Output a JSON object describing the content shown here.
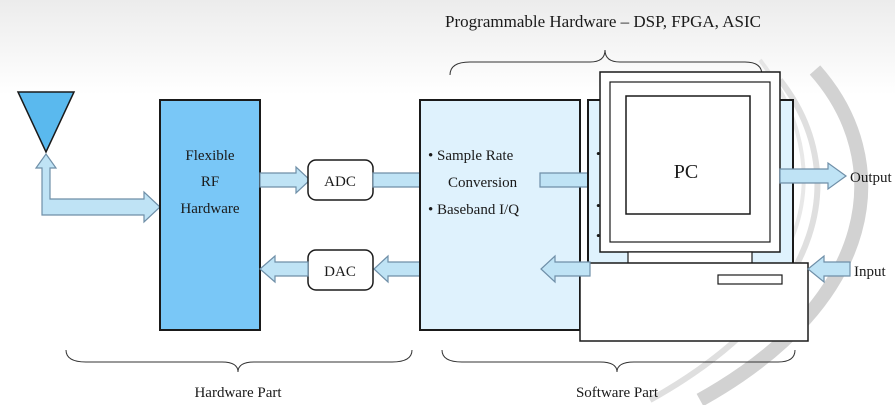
{
  "title": "Programmable Hardware – DSP, FPGA, ASIC",
  "rf_block": {
    "line1": "Flexible",
    "line2": "RF",
    "line3": "Hardware"
  },
  "adc_label": "ADC",
  "dac_label": "DAC",
  "baseband_block": {
    "bullet1_line1": "• Sample Rate",
    "bullet1_line2": "Conversion",
    "bullet2": "• Baseband I/Q"
  },
  "pc_label": "PC",
  "output_label": "Output",
  "input_label": "Input",
  "hardware_part_label": "Hardware Part",
  "software_part_label": "Software Part",
  "colors": {
    "rf_fill": "#79c7f7",
    "block_fill": "#dff2fd",
    "arrow_fill": "#bfe3f5",
    "arrow_stroke": "#6f8fa8",
    "antenna_fill": "#5ab9ee"
  }
}
